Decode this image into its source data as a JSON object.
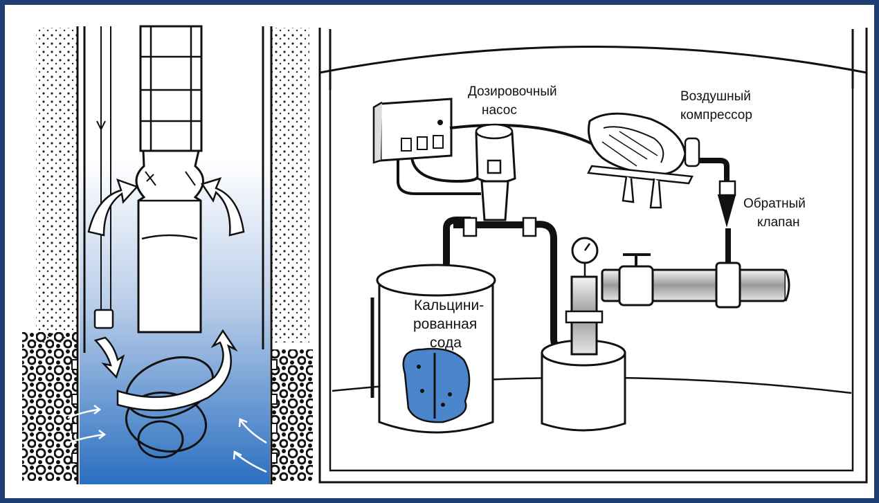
{
  "labels": {
    "dosing_pump": [
      "Дозировочный",
      "насос"
    ],
    "air_compressor": [
      "Воздушный",
      "компрессор"
    ],
    "check_valve": [
      "Обратный",
      "клапан"
    ],
    "soda": [
      "Кальцини-",
      "рованная",
      "сода"
    ]
  },
  "colors": {
    "frame": "#1f3f73",
    "water_top": "#ffffff",
    "water_bottom": "#2a6fc0"
  }
}
